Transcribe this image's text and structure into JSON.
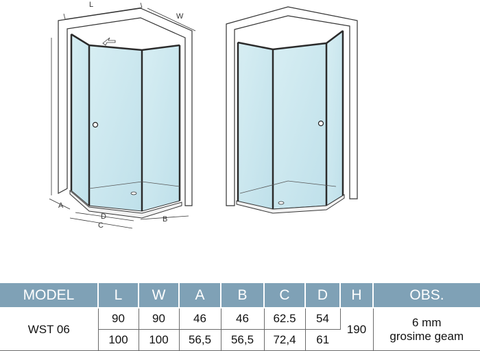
{
  "diagram": {
    "dimension_labels": {
      "length": "L",
      "width": "W",
      "side_a": "A",
      "side_b": "B",
      "side_c": "C",
      "side_d": "D"
    },
    "colors": {
      "glass": "#cfe8ef",
      "frame": "#2b2b2b",
      "wall": "#ffffff"
    }
  },
  "table": {
    "headers": [
      "MODEL",
      "L",
      "W",
      "A",
      "B",
      "C",
      "D",
      "H",
      "OBS."
    ],
    "model": "WST 06",
    "height": "190",
    "obs_line1": "6 mm",
    "obs_line2": "grosime geam",
    "rows": [
      {
        "L": "90",
        "W": "90",
        "A": "46",
        "B": "46",
        "C": "62.5",
        "D": "54"
      },
      {
        "L": "100",
        "W": "100",
        "A": "56,5",
        "B": "56,5",
        "C": "72,4",
        "D": "61"
      }
    ]
  }
}
